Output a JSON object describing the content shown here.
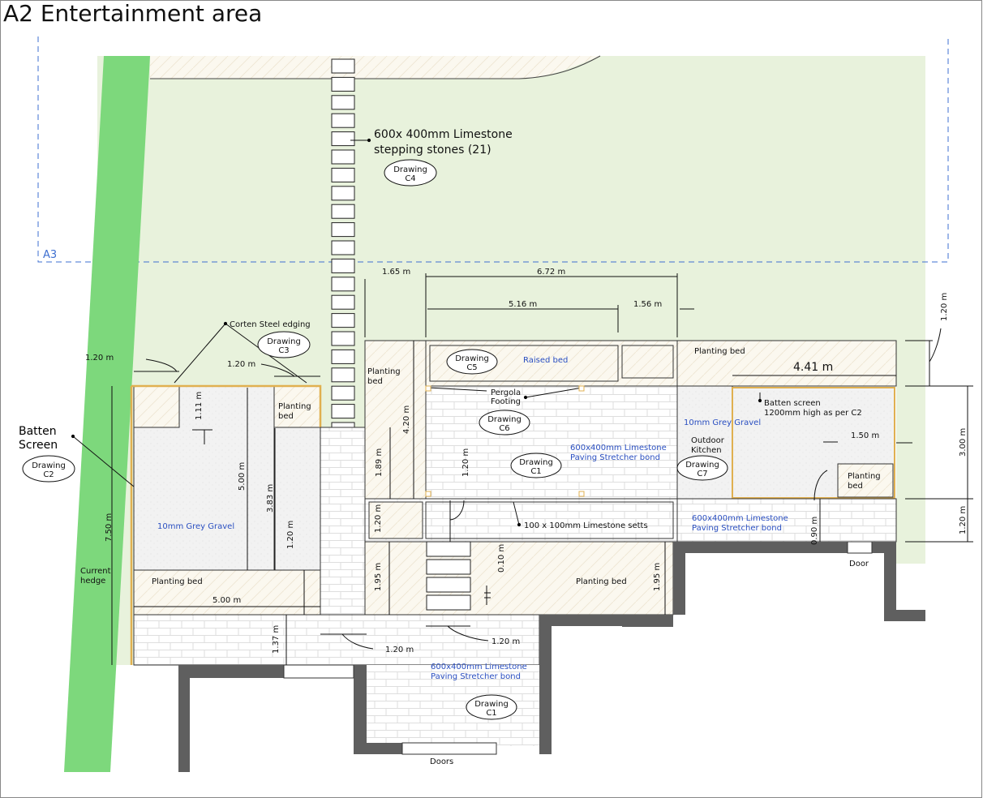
{
  "title": "A2 Entertainment area",
  "area_label": "A3",
  "labels": {
    "stepping_stones_1": "600x 400mm Limestone",
    "stepping_stones_2": "stepping stones (21)",
    "corten": "Corten Steel edging",
    "batten_screen_1": "Batten",
    "batten_screen_2": "Screen",
    "current_hedge_1": "Current",
    "current_hedge_2": "hedge",
    "gravel_left": "10mm Grey Gravel",
    "gravel_right": "10mm Grey Gravel",
    "planting_bed": "Planting bed",
    "planting_bed_short_1": "Planting",
    "planting_bed_short_2": "bed",
    "raised_bed": "Raised bed",
    "pergola_1": "Pergola",
    "pergola_2": "Footing",
    "paving_1": "600x400mm Limestone",
    "paving_2": "Paving Stretcher bond",
    "setts": "100 x 100mm Limestone setts",
    "outdoor_kitchen_1": "Outdoor",
    "outdoor_kitchen_2": "Kitchen",
    "batten_c2_1": "Batten screen",
    "batten_c2_2": "1200mm high as per C2",
    "door": "Door",
    "doors": "Doors"
  },
  "drawings": {
    "word": "Drawing",
    "c1": "C1",
    "c2": "C2",
    "c3": "C3",
    "c4": "C4",
    "c5": "C5",
    "c6": "C6",
    "c7": "C7"
  },
  "dimensions": {
    "d165": "1.65 m",
    "d672": "6.72 m",
    "d516": "5.16 m",
    "d156": "1.56 m",
    "d120": "1.20 m",
    "d441": "4.41 m",
    "d111": "1.11 m",
    "d500": "5.00 m",
    "d383": "3.83 m",
    "d420": "4.20 m",
    "d189": "1.89 m",
    "d300": "3.00 m",
    "d150": "1.50 m",
    "d090": "0.90 m",
    "d750": "7.50 m",
    "d195": "1.95 m",
    "d010": "0.10 m",
    "d137": "1.37 m"
  },
  "colors": {
    "lawn": "#e8f2dc",
    "hedge": "#7dd87c",
    "wall": "#5f5f5f",
    "corten": "#e0b050",
    "area_line": "#3e6fd0",
    "blue_text": "#2a4fc1"
  }
}
